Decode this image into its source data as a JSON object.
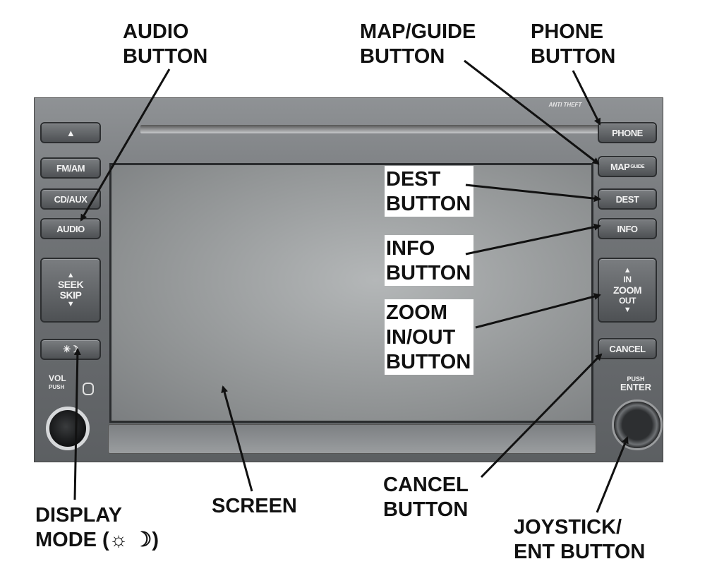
{
  "unit": {
    "anti_theft": "ANTI THEFT",
    "buttons": {
      "eject": "▲",
      "fm_am": "FM/AM",
      "cd_aux": "CD/AUX",
      "audio": "AUDIO",
      "seek_up": "▲",
      "seek_line1": "SEEK",
      "seek_line2": "SKIP",
      "seek_down": "▼",
      "display": "✳☽",
      "phone": "PHONE",
      "map_main": "MAP",
      "map_sub": "GUIDE",
      "dest": "DEST",
      "info": "INFO",
      "zoom_up": "▲",
      "zoom_in": "IN",
      "zoom_line1": "ZOOM",
      "zoom_out": "OUT",
      "zoom_down": "▼",
      "cancel": "CANCEL"
    },
    "vol_label": "VOL",
    "vol_push": "PUSH",
    "enter_push": "PUSH",
    "enter_label": "ENTER"
  },
  "callouts": {
    "audio": [
      "AUDIO",
      "BUTTON"
    ],
    "map_guide": [
      "MAP/GUIDE",
      "BUTTON"
    ],
    "phone": [
      "PHONE",
      "BUTTON"
    ],
    "dest": [
      "DEST",
      "BUTTON"
    ],
    "info": [
      "INFO",
      "BUTTON"
    ],
    "zoom": [
      "ZOOM",
      "IN/OUT",
      "BUTTON"
    ],
    "display_mode": [
      "DISPLAY",
      "MODE (☼ ☽)"
    ],
    "screen": [
      "SCREEN"
    ],
    "cancel": [
      "CANCEL",
      "BUTTON"
    ],
    "joystick": [
      "JOYSTICK/",
      "ENT BUTTON"
    ]
  }
}
